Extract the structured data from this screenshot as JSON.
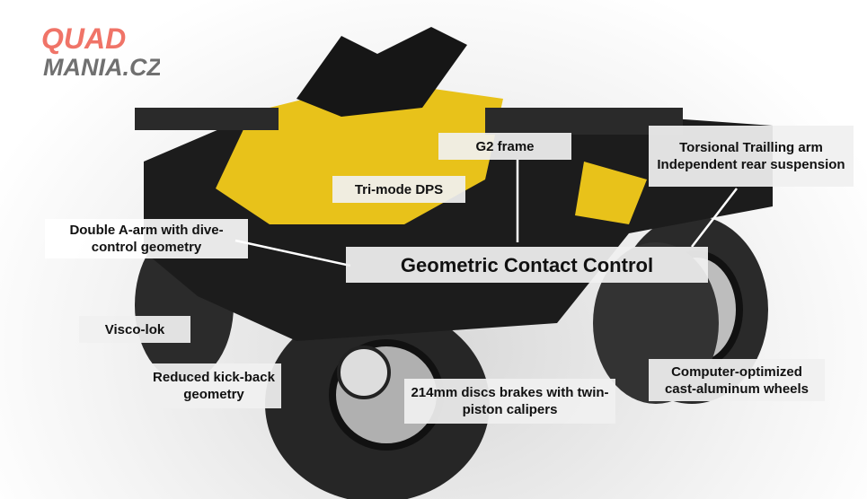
{
  "logo": {
    "line1": "QUAD",
    "line2": "MANIA.CZ",
    "color_top": "#f07468",
    "color_bottom": "#707070"
  },
  "labels": {
    "g2_frame": "G2 frame",
    "tri_mode": "Tri-mode DPS",
    "torsional": "Torsional Trailling arm Independent rear suspension",
    "double_a_arm": "Double A-arm with dive-control geometry",
    "gcc": "Geometric Contact Control",
    "visco_lok": "Visco-lok",
    "kickback": "Reduced kick-back geometry",
    "discs": "214mm discs brakes with twin-piston calipers",
    "wheels": "Computer-optimized cast-aluminum wheels"
  },
  "colors": {
    "body_yellow": "#e8c21a",
    "frame_dark": "#1c1c1c"
  }
}
